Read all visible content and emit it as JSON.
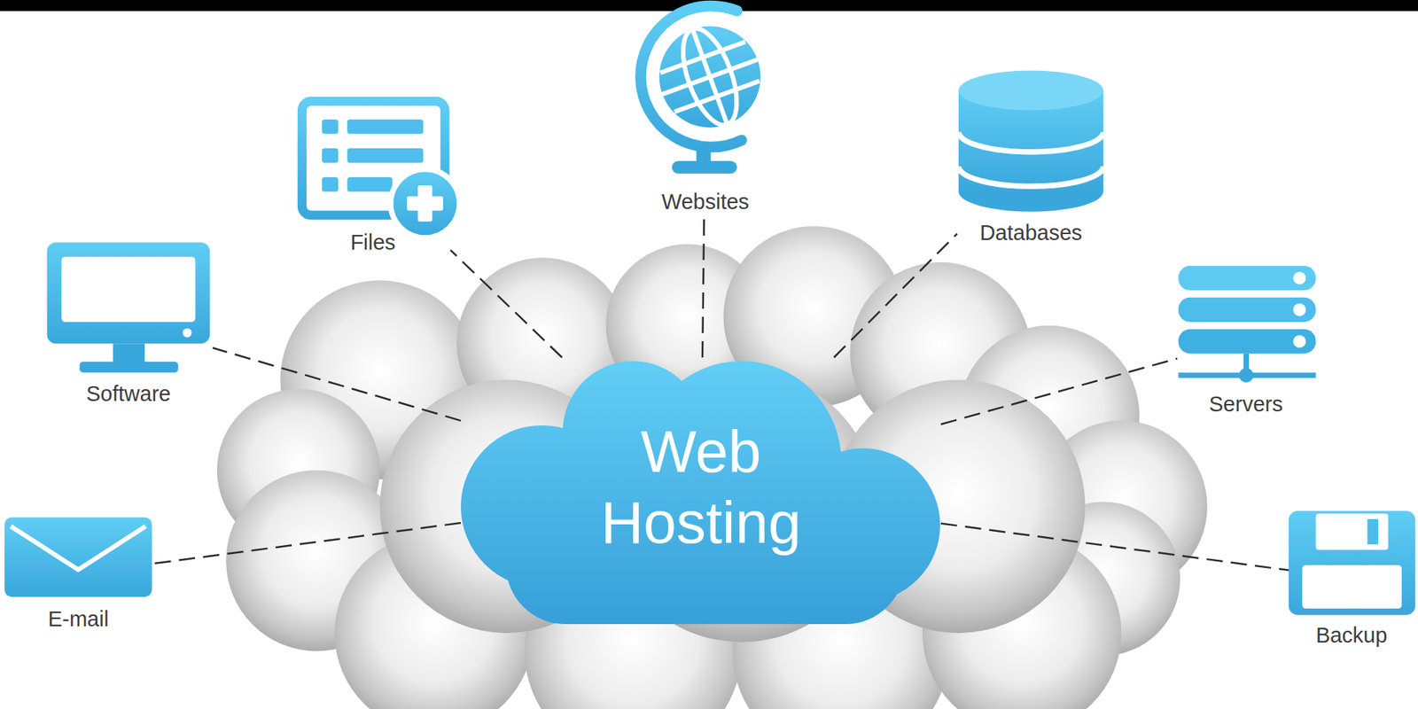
{
  "diagram": {
    "nodes": [
      {
        "text": [
          "Websites"
        ]
      },
      {
        "text": [
          "Files"
        ]
      },
      {
        "text": [
          "Databases"
        ]
      },
      {
        "text": [
          "Software"
        ]
      },
      {
        "text": [
          "Servers"
        ]
      },
      {
        "text": [
          "Web Hosting"
        ]
      },
      {
        "text": [
          "E-mail"
        ]
      },
      {
        "text": [
          "Backup"
        ]
      }
    ],
    "edges": [
      {
        "from": 5,
        "to": 0,
        "arrow": "none"
      },
      {
        "from": 5,
        "to": 1,
        "arrow": "none"
      },
      {
        "from": 5,
        "to": 2,
        "arrow": "none"
      },
      {
        "from": 5,
        "to": 3,
        "arrow": "none"
      },
      {
        "from": 5,
        "to": 4,
        "arrow": "none"
      },
      {
        "from": 5,
        "to": 6,
        "arrow": "none"
      },
      {
        "from": 5,
        "to": 7,
        "arrow": "none"
      }
    ]
  }
}
